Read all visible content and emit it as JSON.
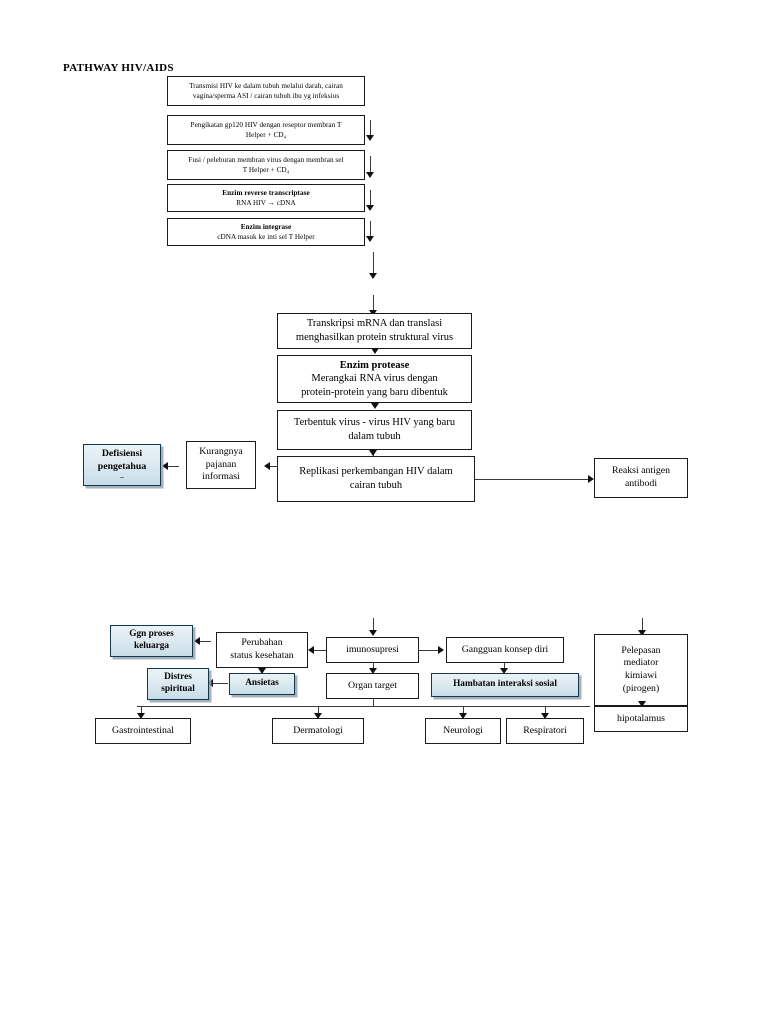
{
  "document": {
    "title": "PATHWAY HIV/AIDS"
  },
  "pathophysiology_chain": {
    "step1": {
      "line1": "Transmisi HIV ke dalam tubuh melalui darah, cairan",
      "line2": "vagina/sperma ASI / cairan tubuh ibu yg infeksius"
    },
    "step2": {
      "line1": "Pengikatan gp120  HIV dengan reseptor membran T",
      "line2": "Helper + CD₄"
    },
    "step3": {
      "line1": "Fusi / peleburan membran virus dengan membran sel",
      "line2": "T  Helper + CD₄"
    },
    "step4": {
      "line1": "Enzim reverse transcriptase",
      "line2": "RNA HIV → cDNA"
    },
    "step5": {
      "line1": "Enzim integrase",
      "line2": "cDNA masuk ke inti sel  T Helper"
    },
    "step6": {
      "line1": "Transkripsi mRNA dan translasi",
      "line2": "menghasilkan protein struktural virus"
    },
    "step7": {
      "line1": "Enzim protease",
      "line2": "Merangkai RNA virus dengan",
      "line3": "protein-protein yang baru dibentuk"
    },
    "step8": {
      "line1": "Terbentuk virus - virus HIV yang baru",
      "line2": "dalam tubuh"
    },
    "step9": {
      "line1": "Replikasi perkembangan HIV dalam",
      "line2": "cairan tubuh"
    }
  },
  "knowledge_branch": {
    "lack_of_information": {
      "line1": "Kurangnya",
      "line2": "pajanan",
      "line3": "informasi"
    },
    "knowledge_deficit": {
      "line1": "Defisiensi",
      "line2": "pengetahua",
      "line3": "–"
    }
  },
  "immune_branch": {
    "antigen_reaction": {
      "line1": "Reaksi antigen",
      "line2": "antibodi"
    },
    "immunosuppression": {
      "line1": "imunosupresi"
    },
    "target_organ": {
      "line1": "Organ target"
    },
    "health_status_change": {
      "line1": "Perubahan",
      "line2": "status kesehatan"
    },
    "self_concept_disturbance": {
      "line1": "Gangguan konsep diri"
    }
  },
  "nursing_diagnoses": {
    "family_process": {
      "line1": "Ggn proses",
      "line2": "keluarga"
    },
    "spiritual_distress": {
      "line1": "Distres",
      "line2": "spiritual"
    },
    "anxiety": {
      "line1": "Ansietas"
    },
    "social_interaction": {
      "line1": "Hambatan interaksi sosial"
    }
  },
  "fever_branch": {
    "mediator_release": {
      "line1": "Pelepasan",
      "line2": "mediator",
      "line3": "kimiawi",
      "line4": "(pirogen)"
    },
    "hypothalamus": {
      "line1": "hipotalamus"
    }
  },
  "organ_systems": [
    {
      "label": "Gastrointestinal"
    },
    {
      "label": "Dermatologi"
    },
    {
      "label": "Neurologi"
    },
    {
      "label": "Respiratori"
    }
  ],
  "colors": {
    "box_border": "#1a1a1a",
    "connector": "#3a3a3a",
    "highlight_border": "#17374d",
    "highlight_fill_top": "#eaf3f7",
    "highlight_fill_bottom": "#c8dde8",
    "page_background": "#ffffff",
    "text": "#000000"
  }
}
